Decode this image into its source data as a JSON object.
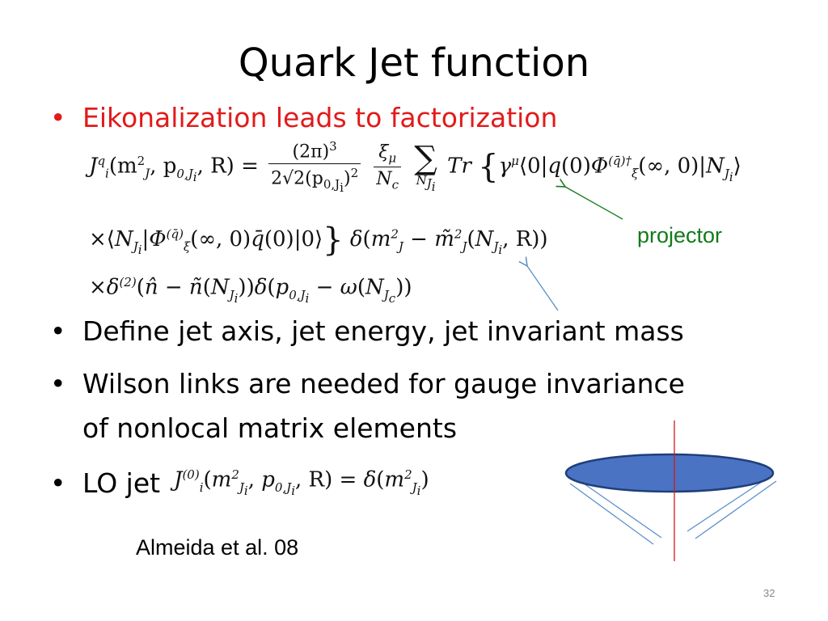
{
  "slide": {
    "title": "Quark Jet function",
    "bullets": [
      "Eikonalization  leads to factorization",
      "Define jet axis, jet energy, jet invariant mass",
      "Wilson links are needed for gauge invariance",
      "of nonlocal matrix elements",
      "LO jet"
    ],
    "bullet_symbol": "•",
    "annotation": "projector",
    "citation": "Almeida et al. 08",
    "page_number": "32"
  },
  "equations": {
    "line1": {
      "lhs": "J",
      "lhs_sup": "q",
      "lhs_sub": "i",
      "lhs_args": "(m",
      "lhs_args2": ", p",
      "lhs_args3": ", R) =",
      "num": "(2π)³",
      "den": "2√2(p0,Ji)²",
      "xi_num": "ξμ",
      "xi_den": "Nc",
      "sum_sign": "∑",
      "sum_lim": "NJi",
      "tr": "Tr",
      "body": "γμ⟨0|q(0)Φξ(q̄)†(∞, 0)|NJi⟩"
    },
    "line2": "×⟨NJi|Φξ(q̄)(∞, 0)q̄(0)|0⟩ } δ(m²J − m̃²J(NJi, R))",
    "line3": "×δ(2)(n̂ − ñ(NJi))δ(p0,Ji − ω(NJc))",
    "lo_jet": "Ji(0)(m²Ji, p0,Ji, R) = δ(m²Ji)"
  },
  "colors": {
    "bullet_highlight": "#e21a1a",
    "annotation": "#137a1b",
    "arrow_green": "#137a1b",
    "arrow_blue": "#5b8fc9",
    "ellipse_fill": "#4a73c4",
    "ellipse_stroke": "#1f3f7a",
    "axis_line": "#d01919",
    "cone_lines": "#5b8fc9"
  }
}
